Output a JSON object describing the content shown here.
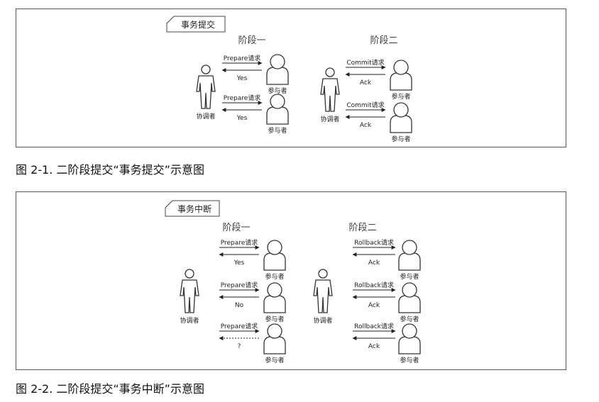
{
  "figure1": {
    "title": "事务提交",
    "phase1_label": "阶段一",
    "phase2_label": "阶段二",
    "coordinator_label": "协调者",
    "participant_label": "参与者",
    "phase1_rows": [
      {
        "request": "Prepare请求",
        "reply": "Yes",
        "reply_style": "solid"
      },
      {
        "request": "Prepare请求",
        "reply": "Yes",
        "reply_style": "solid"
      }
    ],
    "phase2_rows": [
      {
        "request": "Commit请求",
        "reply": "Ack",
        "reply_style": "solid"
      },
      {
        "request": "Commit请求",
        "reply": "Ack",
        "reply_style": "solid"
      }
    ],
    "caption": "图 2-1.  二阶段提交“事务提交”示意图"
  },
  "figure2": {
    "title": "事务中断",
    "phase1_label": "阶段一",
    "phase2_label": "阶段二",
    "coordinator_label": "协调者",
    "participant_label": "参与者",
    "phase1_rows": [
      {
        "request": "Prepare请求",
        "reply": "Yes",
        "reply_style": "solid"
      },
      {
        "request": "Prepare请求",
        "reply": "No",
        "reply_style": "solid"
      },
      {
        "request": "Prepare请求",
        "reply": "?",
        "reply_style": "dashed"
      }
    ],
    "phase2_rows": [
      {
        "request": "Rollback请求",
        "reply": "Ack",
        "reply_style": "solid"
      },
      {
        "request": "Rollback请求",
        "reply": "Ack",
        "reply_style": "solid"
      },
      {
        "request": "Rollback请求",
        "reply": "Ack",
        "reply_style": "solid"
      }
    ],
    "caption": "图 2-2.  二阶段提交“事务中断”示意图"
  }
}
